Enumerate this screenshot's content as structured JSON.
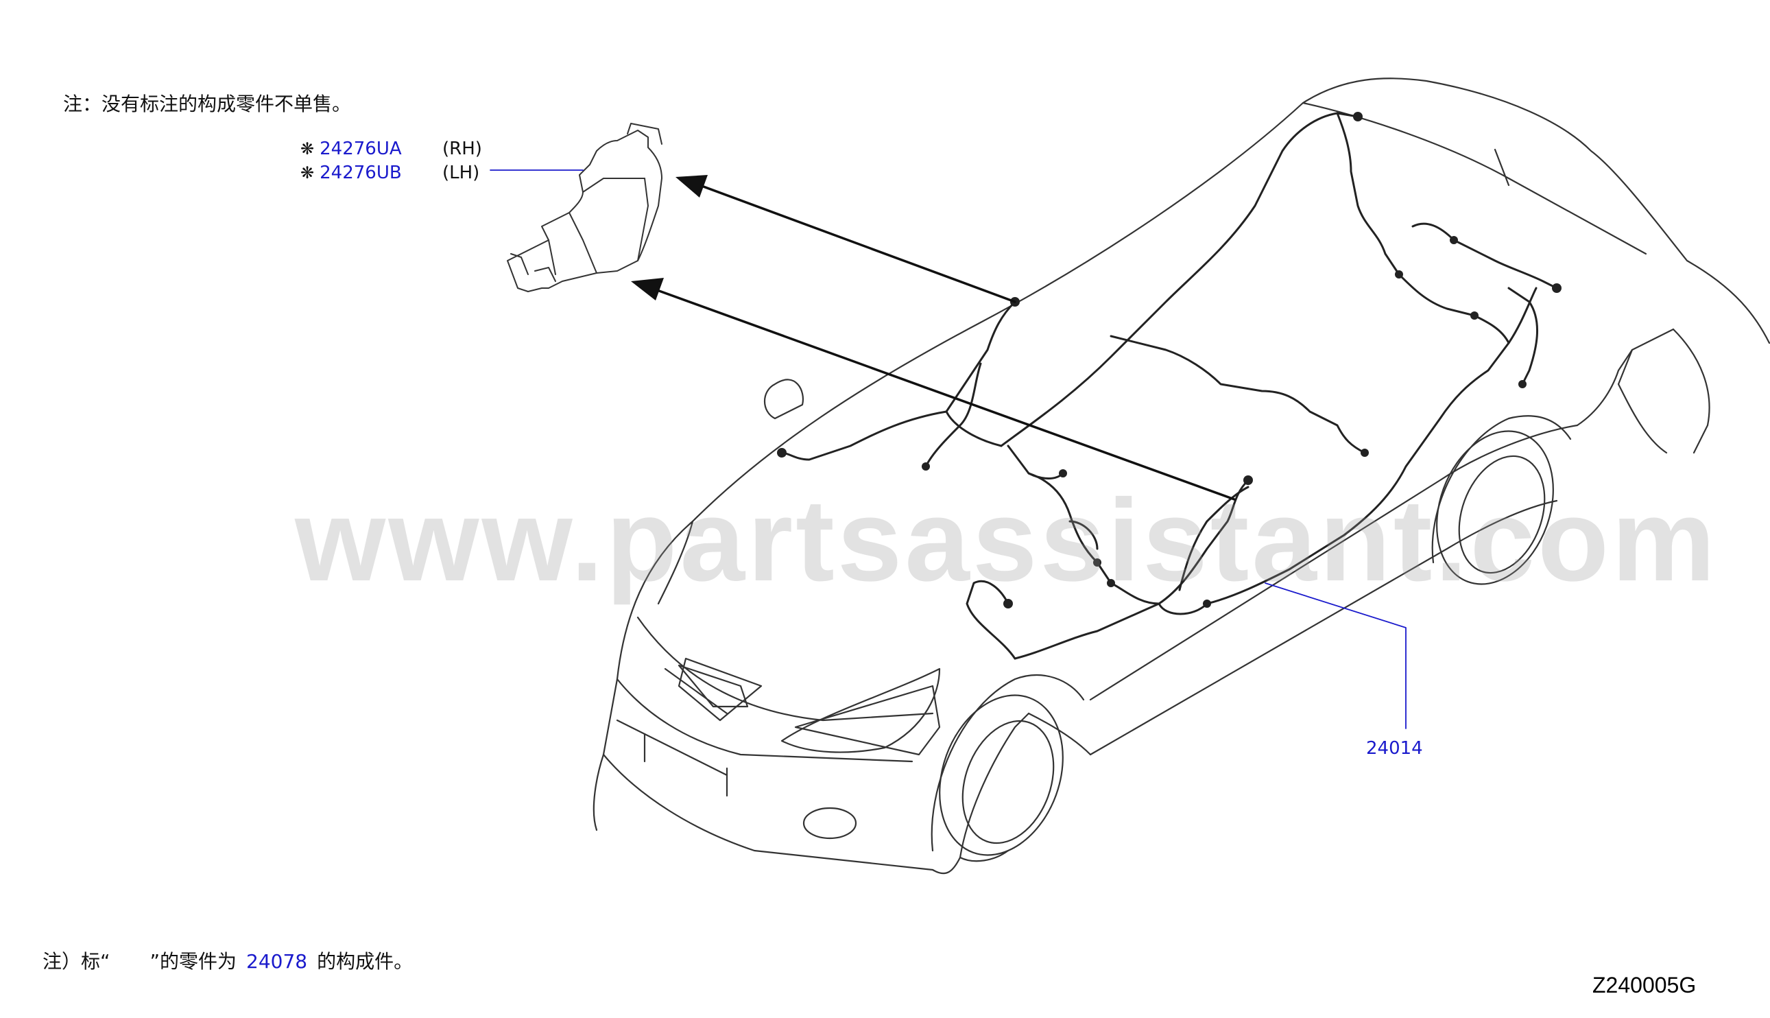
{
  "notes": {
    "top": "注：没有标注的构成零件不单售。",
    "bottom_prefix": "注）标“",
    "bottom_middle": "”的零件为",
    "bottom_part": "24078",
    "bottom_suffix": "的构成件。"
  },
  "parts": {
    "symbol": "❋",
    "rh": {
      "number": "24276UA",
      "side": "(RH)"
    },
    "lh": {
      "number": "24276UB",
      "side": "(LH)"
    },
    "harness": {
      "number": "24014"
    }
  },
  "figure_id": "Z240005G",
  "watermark": "www.partsassistant.com",
  "colors": {
    "line": "#333333",
    "callout": "#1a1acc",
    "part_text": "#1a1acc"
  }
}
